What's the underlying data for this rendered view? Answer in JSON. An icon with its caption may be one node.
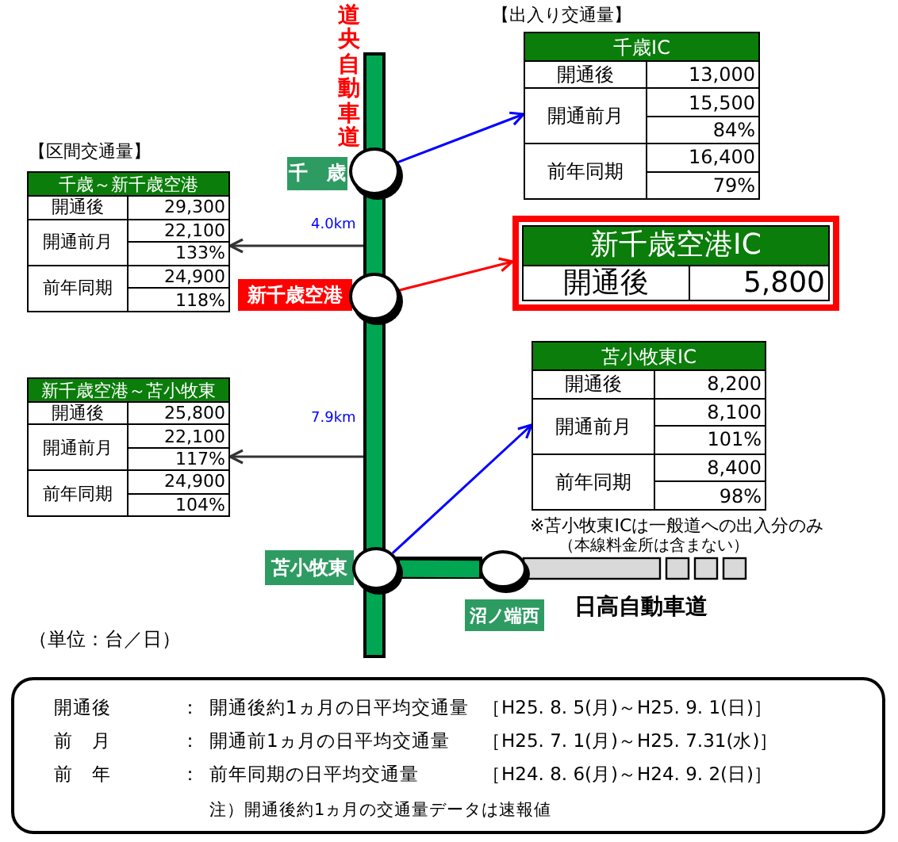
{
  "diagram": {
    "nodes": [
      {
        "text": [],
        "shape": "circle",
        "beside": [
          "千　歳"
        ]
      },
      {
        "text": [],
        "shape": "circle",
        "beside": [
          "新千歳空港"
        ]
      },
      {
        "text": [],
        "shape": "circle",
        "beside": [
          "苫小牧東"
        ]
      },
      {
        "text": [],
        "shape": "circle",
        "beside": [
          "沼ノ端西"
        ]
      },
      {
        "text": [
          "千歳IC",
          "開通後",
          "13,000",
          "開通前月",
          "15,500",
          "84%",
          "前年同期",
          "16,400",
          "79%"
        ],
        "beside": [
          "【出入り交通量】"
        ]
      },
      {
        "text": [
          "新千歳空港IC",
          "開通後",
          "5,800"
        ]
      },
      {
        "text": [
          "苫小牧東IC",
          "開通後",
          "8,200",
          "開通前月",
          "8,100",
          "101%",
          "前年同期",
          "8,400",
          "98%"
        ]
      },
      {
        "text": [
          "千歳～新千歳空港",
          "開通後",
          "29,300",
          "開通前月",
          "22,100",
          "133%",
          "前年同期",
          "24,900",
          "118%"
        ],
        "beside": [
          "【区間交通量】"
        ]
      },
      {
        "text": [
          "新千歳空港～苫小牧東",
          "開通後",
          "25,800",
          "開通前月",
          "22,100",
          "117%",
          "前年同期",
          "24,900",
          "104%"
        ]
      },
      {
        "text": [
          "開通後",
          "：",
          "開通後約1ヵ月の日平均交通量",
          "［H25. 8. 5(月)～H25. 9. 1(日)］",
          "前　月",
          "：",
          "開通前1ヵ月の日平均交通量",
          "［H25. 7. 1(月)～H25. 7.31(水)］",
          "前　年",
          "：",
          "前年同期の日平均交通量",
          "［H24. 8. 6(月)～H24. 9. 2(日)］",
          "注）開通後約1ヵ月の交通量データは速報値"
        ]
      },
      {
        "text": [],
        "shape": "bar",
        "beside": [
          "道央自動車道"
        ]
      }
    ],
    "edges": [
      {
        "from": 2,
        "to": 3,
        "arrow": "none",
        "style": "thick",
        "color": "#00a651"
      },
      {
        "from": 0,
        "to": 4,
        "arrow": "to",
        "color": "#0000ff"
      },
      {
        "from": 1,
        "to": 5,
        "arrow": "to",
        "color": "#ff0000"
      },
      {
        "from": 2,
        "to": 6,
        "arrow": "to",
        "color": "#0000ff"
      },
      {
        "from": 10,
        "to": 7,
        "arrow": "to",
        "color": "#333333"
      },
      {
        "from": 10,
        "to": 8,
        "arrow": "to",
        "color": "#333333"
      }
    ],
    "labels": [
      "4.0km",
      "7.9km",
      "※苫小牧東ICは一般道への出入分のみ",
      "（本線料金所は含まない）",
      "日高自動車道",
      "（単位：台／日）"
    ]
  }
}
